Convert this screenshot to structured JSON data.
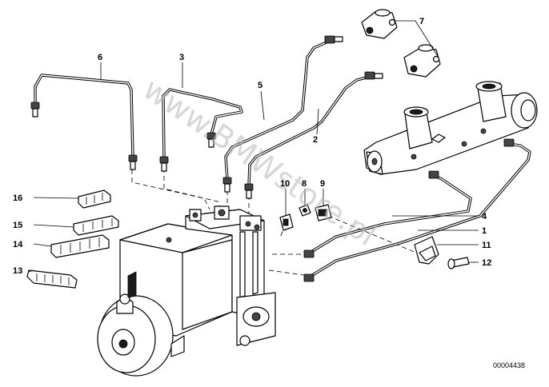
{
  "diagram": {
    "watermark": "www.BMWstore.pl",
    "document_number": "00004438",
    "callouts": [
      "1",
      "2",
      "3",
      "4",
      "5",
      "6",
      "7",
      "8",
      "9",
      "10",
      "11",
      "12",
      "13",
      "14",
      "15",
      "16"
    ]
  }
}
